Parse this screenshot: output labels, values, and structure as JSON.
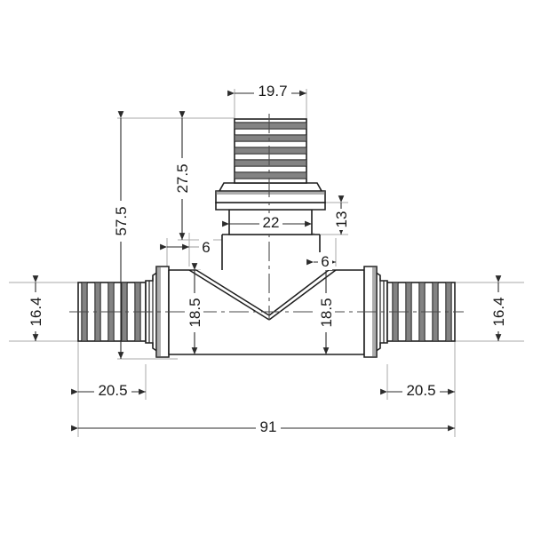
{
  "drawing": {
    "type": "technical-dimension-drawing",
    "subject": "PEX tee pipe fitting",
    "units": "mm",
    "view": "front elevation / cross-section",
    "background_color": "#ffffff",
    "line_color": "#1f1f1f",
    "dim_line_color": "#3a3a3a",
    "extension_line_color": "#9a9a9a",
    "center_line_color": "#555555",
    "fill_color": "#ffffff",
    "shade_color": "#4d4d4d"
  },
  "dimensions": {
    "top_barb_width": "19.7",
    "branch_height_from_body": "27.5",
    "overall_height": "57.5",
    "neck_width": "22",
    "collar_thickness": "13",
    "shoulder_left": "6",
    "shoulder_right": "6",
    "body_half_height_left": "18.5",
    "body_half_height_right": "18.5",
    "barb_diameter_left": "16.4",
    "barb_diameter_right": "16.4",
    "barb_length_left": "20.5",
    "barb_length_right": "20.5",
    "overall_length": "91"
  },
  "labels": {
    "d_19_7": "19.7",
    "d_27_5": "27.5",
    "d_57_5": "57.5",
    "d_22": "22",
    "d_13": "13",
    "d_6_left": "6",
    "d_6_right": "6",
    "d_18_5_left": "18.5",
    "d_18_5_right": "18.5",
    "d_16_4_left": "16.4",
    "d_16_4_right": "16.4",
    "d_20_5_left": "20.5",
    "d_20_5_right": "20.5",
    "d_91": "91"
  },
  "geometry_notes": {
    "top_barb_bands": 5,
    "left_barb_ridges": 5,
    "right_barb_ridges": 5,
    "center_junction": "V-shaped internal bore converging at centerline",
    "symmetry": "left-right mirrored about vertical centerline"
  }
}
